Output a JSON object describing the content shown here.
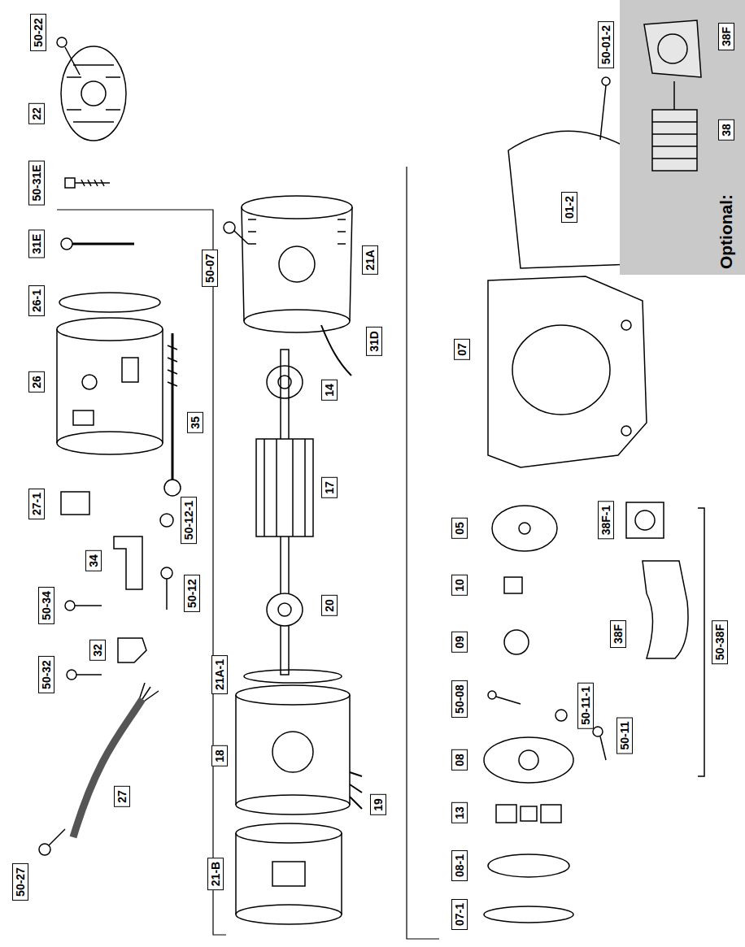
{
  "diagram": {
    "nodes": [
      {
        "text": [
          "50-22"
        ]
      },
      {
        "text": [
          "22"
        ]
      },
      {
        "text": [
          "50-31E"
        ]
      },
      {
        "text": [
          "31E"
        ]
      },
      {
        "text": [
          "26-1"
        ]
      },
      {
        "text": [
          "26"
        ]
      },
      {
        "text": [
          "35"
        ]
      },
      {
        "text": [
          "27-1"
        ]
      },
      {
        "text": [
          "34"
        ]
      },
      {
        "text": [
          "50-34"
        ]
      },
      {
        "text": [
          "50-12-1"
        ]
      },
      {
        "text": [
          "50-12"
        ]
      },
      {
        "text": [
          "32"
        ]
      },
      {
        "text": [
          "50-32"
        ]
      },
      {
        "text": [
          "27"
        ]
      },
      {
        "text": [
          "50-27"
        ]
      },
      {
        "text": [
          "50-07"
        ]
      },
      {
        "text": [
          "21A"
        ]
      },
      {
        "text": [
          "31D"
        ]
      },
      {
        "text": [
          "14"
        ]
      },
      {
        "text": [
          "17"
        ]
      },
      {
        "text": [
          "20"
        ]
      },
      {
        "text": [
          "21A-1"
        ]
      },
      {
        "text": [
          "18"
        ]
      },
      {
        "text": [
          "19"
        ]
      },
      {
        "text": [
          "21-B"
        ]
      },
      {
        "text": [
          "50-01-2"
        ]
      },
      {
        "text": [
          "01-2"
        ]
      },
      {
        "text": [
          "07"
        ]
      },
      {
        "text": [
          "05"
        ]
      },
      {
        "text": [
          "38F-1"
        ]
      },
      {
        "text": [
          "10"
        ]
      },
      {
        "text": [
          "09"
        ]
      },
      {
        "text": [
          "50-08"
        ]
      },
      {
        "text": [
          "50-11-1"
        ]
      },
      {
        "text": [
          "50-11"
        ]
      },
      {
        "text": [
          "08"
        ]
      },
      {
        "text": [
          "13"
        ]
      },
      {
        "text": [
          "08-1"
        ]
      },
      {
        "text": [
          "07-1"
        ]
      },
      {
        "text": [
          "38F"
        ]
      },
      {
        "text": [
          "50-38F"
        ]
      },
      {
        "text": [
          "Optional:"
        ]
      },
      {
        "text": [
          "38F"
        ],
        "in": 42
      },
      {
        "text": [
          "38"
        ],
        "in": 42
      }
    ]
  }
}
